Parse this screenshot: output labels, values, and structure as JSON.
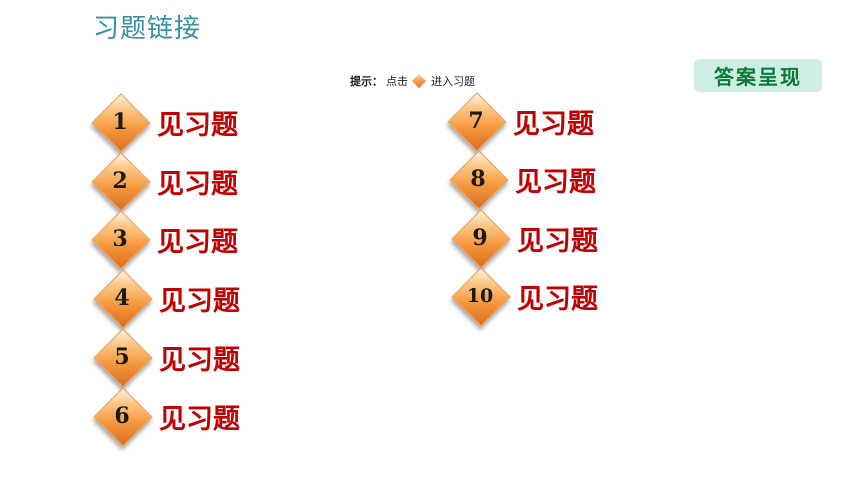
{
  "header": {
    "title": "习题链接",
    "hint_prefix": "提示：",
    "hint_click": "点击",
    "hint_suffix": "进入习题",
    "answer_button": "答案呈现"
  },
  "items": [
    {
      "num": "1",
      "label": "见习题"
    },
    {
      "num": "2",
      "label": "见习题"
    },
    {
      "num": "3",
      "label": "见习题"
    },
    {
      "num": "4",
      "label": "见习题"
    },
    {
      "num": "5",
      "label": "见习题"
    },
    {
      "num": "6",
      "label": "见习题"
    },
    {
      "num": "7",
      "label": "见习题"
    },
    {
      "num": "8",
      "label": "见习题"
    },
    {
      "num": "9",
      "label": "见习题"
    },
    {
      "num": "10",
      "label": "见习题"
    }
  ],
  "colors": {
    "title": "#3a8fa3",
    "label": "#c00000",
    "answer_bg": "#cfeee3",
    "answer_text": "#0d7a3a",
    "diamond": "#f5983e"
  }
}
